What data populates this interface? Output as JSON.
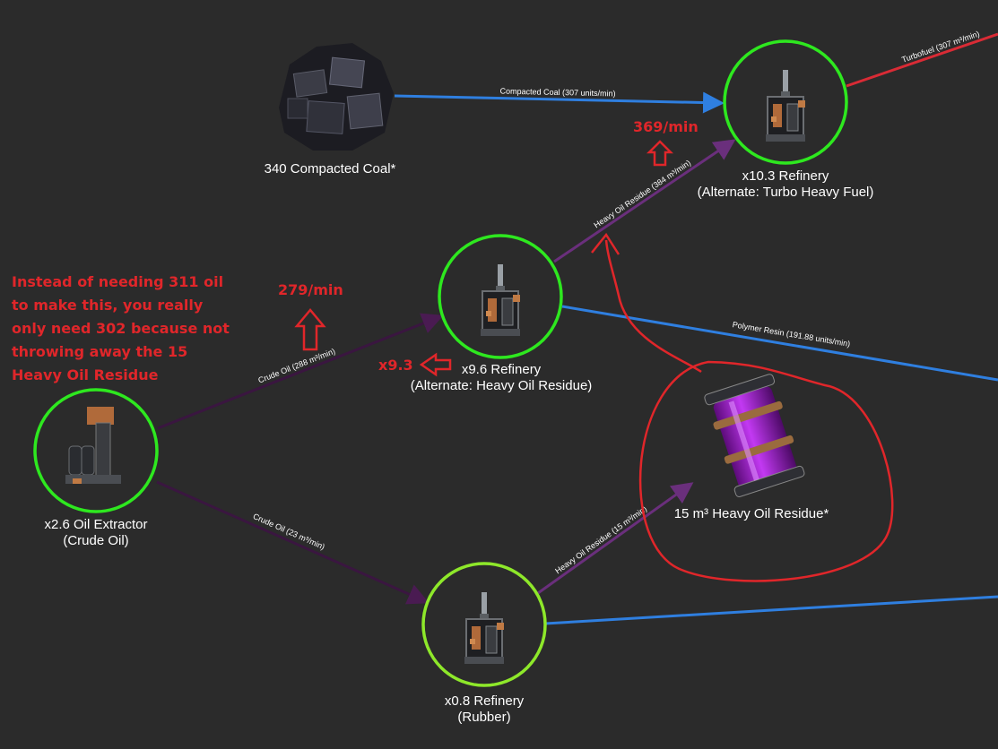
{
  "nodes": {
    "coal": {
      "label": "340 Compacted Coal*",
      "icon": "compacted-coal-icon"
    },
    "extractor": {
      "line1": "x2.6 Oil Extractor",
      "line2": "(Crude Oil)",
      "icon": "oil-extractor-icon",
      "ring_color": "#2ee81f"
    },
    "refinery_hor": {
      "line1": "x9.6 Refinery",
      "line2": "(Alternate: Heavy Oil Residue)",
      "icon": "refinery-icon",
      "ring_color": "#2ee81f"
    },
    "refinery_turbo": {
      "line1": "x10.3 Refinery",
      "line2": "(Alternate: Turbo Heavy Fuel)",
      "icon": "refinery-icon",
      "ring_color": "#2ee81f"
    },
    "refinery_rubber": {
      "line1": "x0.8 Refinery",
      "line2": "(Rubber)",
      "icon": "refinery-icon",
      "ring_color": "#8ee82a"
    },
    "residue": {
      "label": "15 m³ Heavy Oil Residue*",
      "icon": "heavy-oil-residue-canister-icon"
    }
  },
  "edges": {
    "compacted_coal": "Compacted Coal (307 units/min)",
    "heavy_oil_residue_384": "Heavy Oil Residue (384 m³/min)",
    "turbofuel": "Turbofuel (307 m³/min)",
    "crude_oil_288": "Crude Oil (288 m³/min)",
    "polymer_resin": "Polymer Resin (191.88 units/min)",
    "crude_oil_23": "Crude Oil (23 m³/min)",
    "heavy_oil_residue_15": "Heavy Oil Residue (15 m³/min)"
  },
  "annotations": {
    "note": "Instead of needing 311 oil to make this, you really only need 302 because not throwing away the 15 Heavy Oil Residue",
    "rate_upper": "369/min",
    "rate_middle": "279/min",
    "multiplier": "x9.3"
  },
  "colors": {
    "background": "#2b2b2b",
    "ring_green": "#2ee81f",
    "ring_lime": "#8ee82a",
    "edge_blue": "#2f7fe0",
    "edge_red": "#d92b35",
    "edge_purple": "#5e2a6f",
    "edge_dark_purple": "#3a1640",
    "annotation_red": "#e0262a"
  }
}
